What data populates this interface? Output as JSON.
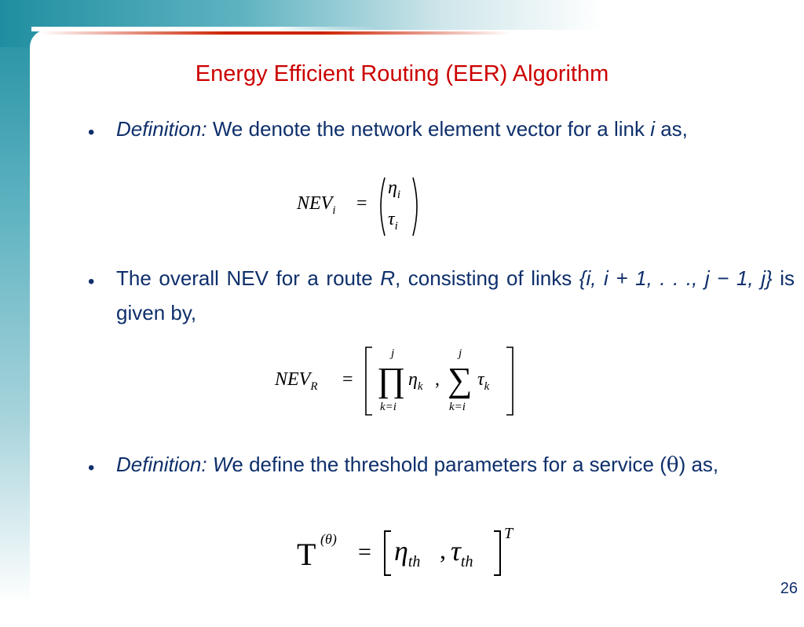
{
  "slide": {
    "title": "Energy Efficient Routing (EER) Algorithm",
    "page_number": "26"
  },
  "bullets": [
    {
      "lead": "Definition:",
      "text_1": " We denote the network element vector for a link ",
      "var": "i",
      "text_2": " as,"
    },
    {
      "text_1": "The overall NEV for a route ",
      "var": "R",
      "text_2": ", consisting of links ",
      "set": "{i, i + 1, . . ., j − 1, j}",
      "text_3": " is given by,"
    },
    {
      "lead": "Definition: W",
      "text_1": "e define the threshold parameters for a service (",
      "theta": "θ",
      "text_2": ") as,"
    }
  ],
  "equations": {
    "eq1": {
      "lhs": "NEV",
      "lhs_sub": "i",
      "eq": "=",
      "top": "η",
      "top_sub": "i",
      "bottom": "τ",
      "bottom_sub": "i"
    },
    "eq2": {
      "lhs": "NEV",
      "lhs_sub": "R",
      "eq": "=",
      "prod": "∏",
      "sum": "∑",
      "upper": "j",
      "lower": "k=i",
      "eta": "η",
      "tau": "τ",
      "k": "k",
      "comma": ","
    },
    "eq3": {
      "lhs": "T",
      "lhs_sup": "(θ)",
      "eq": "=",
      "eta": "η",
      "tau": "τ",
      "sub": "th",
      "comma": ",",
      "sup": "T"
    }
  }
}
